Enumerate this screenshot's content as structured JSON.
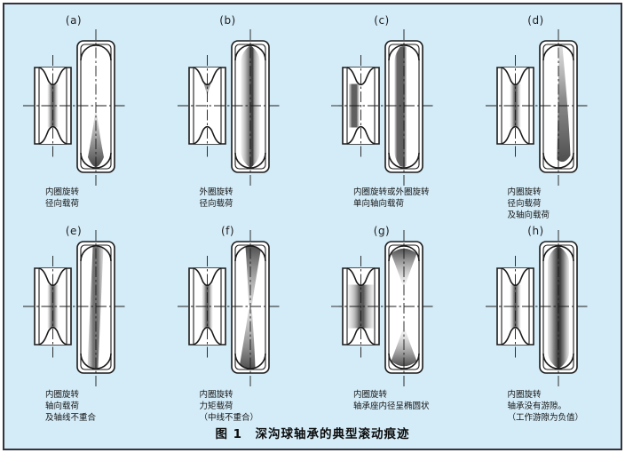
{
  "figure": {
    "title": "图 1　深沟球轴承的典型滚动痕迹",
    "description": "典型滚动痕迹示意图，共八幅 (a)–(h)，每幅为内圈与外圈滚道痕迹剖视",
    "colors": {
      "background": "#d4ecf8",
      "frame_border": "#34343e",
      "outline": "#1b1b1b",
      "ring_fill": "#ffffff",
      "mark_dark": "#4a4a4a",
      "text": "#151515"
    }
  },
  "panels": [
    {
      "id": "a",
      "label": "(a)",
      "caption_lines": [
        "内圈旋转",
        "径向载荷"
      ],
      "inner_mark": "center-band",
      "outer_mark": "bottom-teardrop"
    },
    {
      "id": "b",
      "label": "(b)",
      "caption_lines": [
        "外圈旋转",
        "径向载荷"
      ],
      "inner_mark": "top-wedge",
      "outer_mark": "full-lens-band"
    },
    {
      "id": "c",
      "label": "(c)",
      "caption_lines": [
        "内圈旋转或外圈旋转",
        "单向轴向载荷"
      ],
      "inner_mark": "left-band",
      "outer_mark": "offset-band-solid"
    },
    {
      "id": "d",
      "label": "(d)",
      "caption_lines": [
        "内圈旋转",
        "径向载荷",
        "及轴向载荷"
      ],
      "inner_mark": "center-band",
      "outer_mark": "tapered-band"
    },
    {
      "id": "e",
      "label": "(e)",
      "caption_lines": [
        "内圈旋转",
        "轴向载荷",
        "及轴线不重合"
      ],
      "inner_mark": "center-band",
      "outer_mark": "tilted-band"
    },
    {
      "id": "f",
      "label": "(f)",
      "caption_lines": [
        "内圈旋转",
        "力矩载荷",
        "（中线不重合）"
      ],
      "inner_mark": "center-band",
      "outer_mark": "diagonal-hourglass"
    },
    {
      "id": "g",
      "label": "(g)",
      "caption_lines": [
        "内圈旋转",
        "轴承座内径呈椭圆状"
      ],
      "inner_mark": "wide-band",
      "outer_mark": "top-bottom-fans"
    },
    {
      "id": "h",
      "label": "(h)",
      "caption_lines": [
        "内圈旋转",
        "轴承没有游隙。",
        "（工作游隙为负值）"
      ],
      "inner_mark": "center-band",
      "outer_mark": "wide-dark-lens"
    }
  ]
}
